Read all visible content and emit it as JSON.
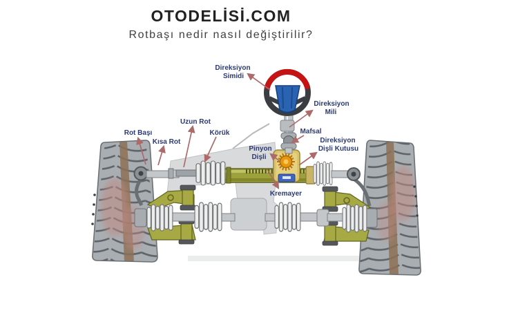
{
  "header": {
    "title": "OTODELİSİ.COM",
    "subtitle": "Rotbaşı nedir nasıl değiştirilir?"
  },
  "diagram": {
    "labels": {
      "direksiyon_simidi": {
        "line1": "Direksiyon",
        "line2": "Simidi"
      },
      "direksiyon_mili": {
        "line1": "Direksiyon",
        "line2": "Mili"
      },
      "mafsal": "Mafsal",
      "direksiyon_disli_kutusu": {
        "line1": "Direksiyon",
        "line2": "Dişli Kutusu"
      },
      "pinyon_disli": {
        "line1": "Pinyon",
        "line2": "Dişli"
      },
      "kremayer": "Kremayer",
      "koruk": "Körük",
      "uzun_rot": "Uzun Rot",
      "kisa_rot": "Kısa Rot",
      "rot_basi": "Rot Başı"
    },
    "colors": {
      "label_text": "#2b3a72",
      "arrow": "#ad6a6a",
      "rack_olive": "#9ca13b",
      "arm_olive": "#a6a944",
      "gearbox_tan": "#dcc46c",
      "pinion_orange": "#e8960f",
      "wheel_rim_red": "#c41414",
      "wheel_rim_dark": "#3a3d41",
      "hub_blue": "#2a63b2",
      "tire_gray": "#a9aeb2",
      "metal_gray": "#c3c7ca"
    }
  }
}
